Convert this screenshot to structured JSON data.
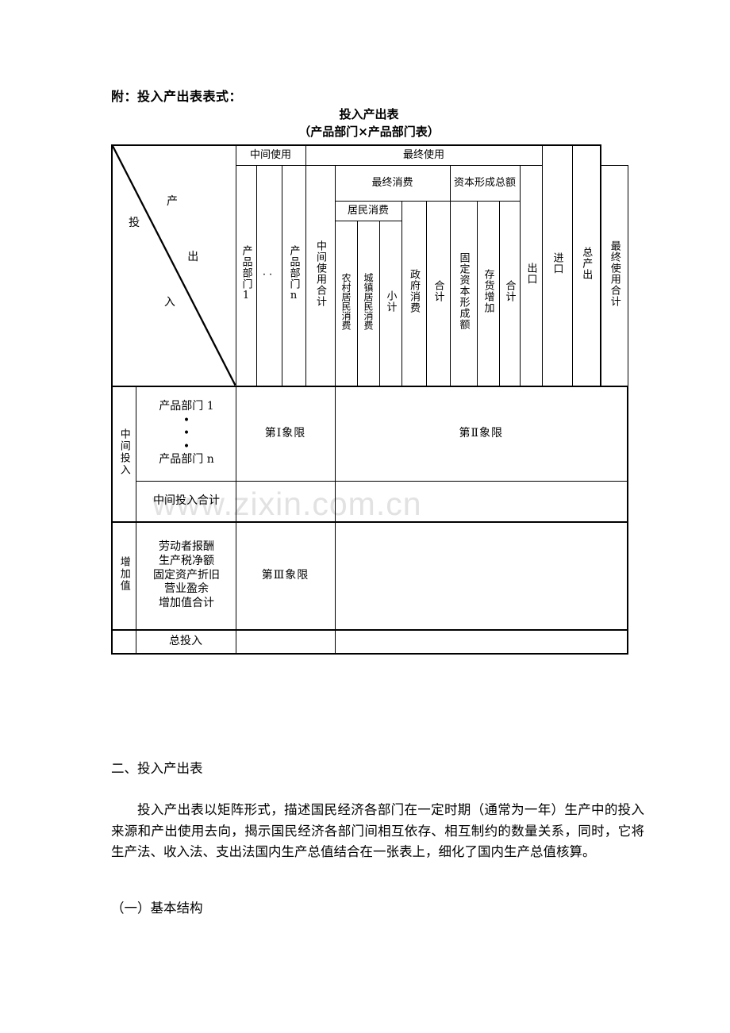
{
  "document": {
    "attachment_line": "附：投入产出表表式：",
    "table_title_line1": "投入产出表",
    "table_title_line2": "（产品部门×产品部门表）",
    "watermark": "www.zixin.com.cn"
  },
  "corner": {
    "output_top": "产",
    "output_bottom": "出",
    "input_top": "投",
    "input_bottom": "入"
  },
  "header": {
    "intermediate_use": "中间使用",
    "final_use": "最终使用",
    "final_consumption": "最终消费",
    "gross_capital_formation": "资本形成总额",
    "household_consumption": "居民消费",
    "cols": {
      "sector_1": "产品部门1",
      "dots": "··",
      "sector_n": "产品部门n",
      "intermediate_use_total": "中间使用合计",
      "rural_household": "农村居民消费",
      "urban_household": "城镇居民消费",
      "subtotal": "小计",
      "government": "政府消费",
      "consumption_total": "合计",
      "fixed_capital": "固定资本形成额",
      "inventory_change": "存货增加",
      "capital_total": "合计",
      "exports": "出口",
      "final_use_total": "最终使用合计",
      "imports": "进口",
      "total_output": "总产出"
    }
  },
  "body": {
    "intermediate_input": "中间投入",
    "value_added": "增加值",
    "rows": {
      "sector_1": "产品部门 1",
      "sector_n": "产品部门 n",
      "dot": "•",
      "intermediate_input_total": "中间投入合计",
      "compensation": "劳动者报酬",
      "net_taxes": "生产税净额",
      "depreciation": "固定资产折旧",
      "operating_surplus": "营业盈余",
      "value_added_total": "增加值合计",
      "total_input": "总投入"
    },
    "quadrants": {
      "q1": "第Ⅰ象限",
      "q2": "第Ⅱ象限",
      "q3": "第Ⅲ象限"
    }
  },
  "prose": {
    "section_heading": "二、投入产出表",
    "paragraph_1": "投入产出表以矩阵形式，描述国民经济各部门在一定时期（通常为一年）生产中的投入来源和产出使用去向，揭示国民经济各部门间相互依存、相互制约的数量关系，同时，它将生产法、收入法、支出法国内生产总值结合在一张表上，细化了国内生产总值核算。",
    "sub_heading": "（一）基本结构"
  }
}
